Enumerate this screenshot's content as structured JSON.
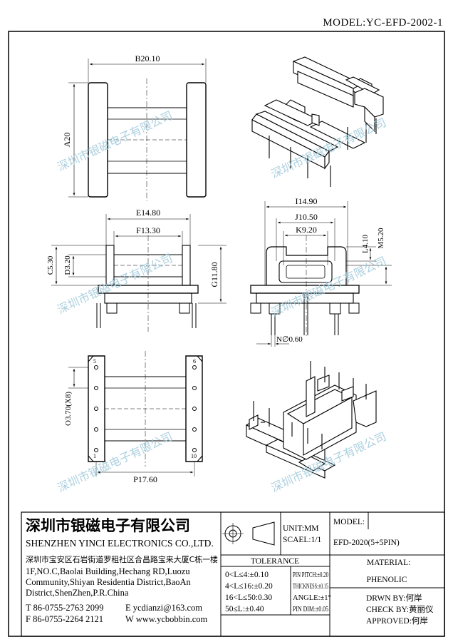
{
  "header": {
    "model": "MODEL:YC-EFD-2002-1"
  },
  "watermark": {
    "text": "深圳市银磁电子有限公司"
  },
  "dims": {
    "b": "B20.10",
    "a": "A20",
    "e": "E14.80",
    "f": "F13.30",
    "c": "C5.30",
    "d": "D3.20",
    "g": "G11.80",
    "i": "I14.90",
    "j": "J10.50",
    "k": "K9.20",
    "l": "L4.10",
    "m": "M5.20",
    "n": "N∅0.60",
    "o": "O3.70(X8)",
    "p": "P17.60",
    "pin_top_left": "5",
    "pin_top_right": "6",
    "pin_bottom_left": "1",
    "pin_bottom_right": "10"
  },
  "titleblock": {
    "company_cn": "深圳市银磁电子有限公司",
    "company_en": "SHENZHEN YINCI ELECTRONICS CO.,LTD.",
    "addr_cn": "深圳市宝安区石岩街道罗租社区合昌路宝来大厦C栋一楼",
    "addr_en1": "1F,NO.C,Baolai Building,Hechang RD,Luozu",
    "addr_en2": "Community,Shiyan Residentia District,BaoAn",
    "addr_en3": "District,ShenZhen,P.R.China",
    "tel": "T 86-0755-2763 2099",
    "fax": "F 86-0755-2264 2121",
    "email": "E ycdianzi@163.com",
    "web": "W www.ycbobbin.com",
    "unit": "UNIT:MM",
    "scale": "SCAEL:1/1",
    "model_label": "MODEL:",
    "model_value": "EFD-2020(5+5PIN)",
    "tolerance_title": "TOLERANCE",
    "tol1": "0<L≤4:±0.10",
    "tol2": "4<L≤16:±0.20",
    "tol3": "16<L≤50:0.30",
    "tol4": "50≤L:±0.40",
    "pin_pitch": "PIN PITCH:±0.20",
    "thickness": "THICKNESS:±0.15",
    "angle": "ANGLE:±1°",
    "pin_dim": "PIN DIM:±0.05",
    "material_label": "MATERIAL:",
    "material_value": "PHENOLIC",
    "drawn": "DRWN BY:何岸",
    "check": "CHECK BY:黄丽仪",
    "approved": "APPROVED:何岸"
  }
}
